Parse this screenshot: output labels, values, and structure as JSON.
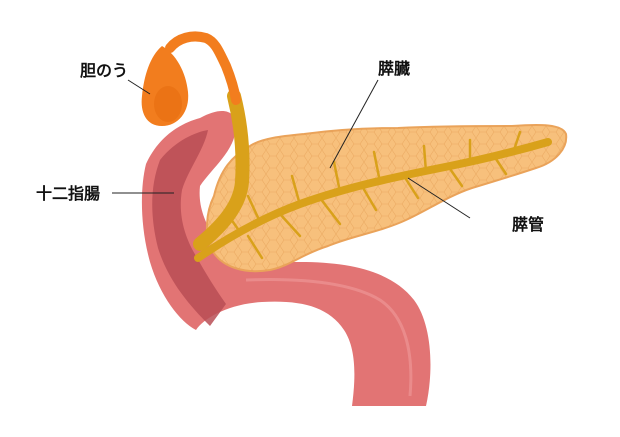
{
  "labels": {
    "gallbladder": "胆のう",
    "pancreas": "膵臓",
    "duodenum": "十二指腸",
    "pancreatic_duct": "膵管"
  },
  "colors": {
    "gallbladder": "#f27d1e",
    "gallbladder_dark": "#e46a0c",
    "pancreas": "#f7c07c",
    "pancreas_edge": "#eaa35a",
    "pancreas_cells": "#e39b52",
    "duct": "#d9a11a",
    "duodenum": "#e27474",
    "duodenum_dark": "#c85a5e",
    "duodenum_inner": "#b84d55",
    "leader_line": "#222222"
  }
}
